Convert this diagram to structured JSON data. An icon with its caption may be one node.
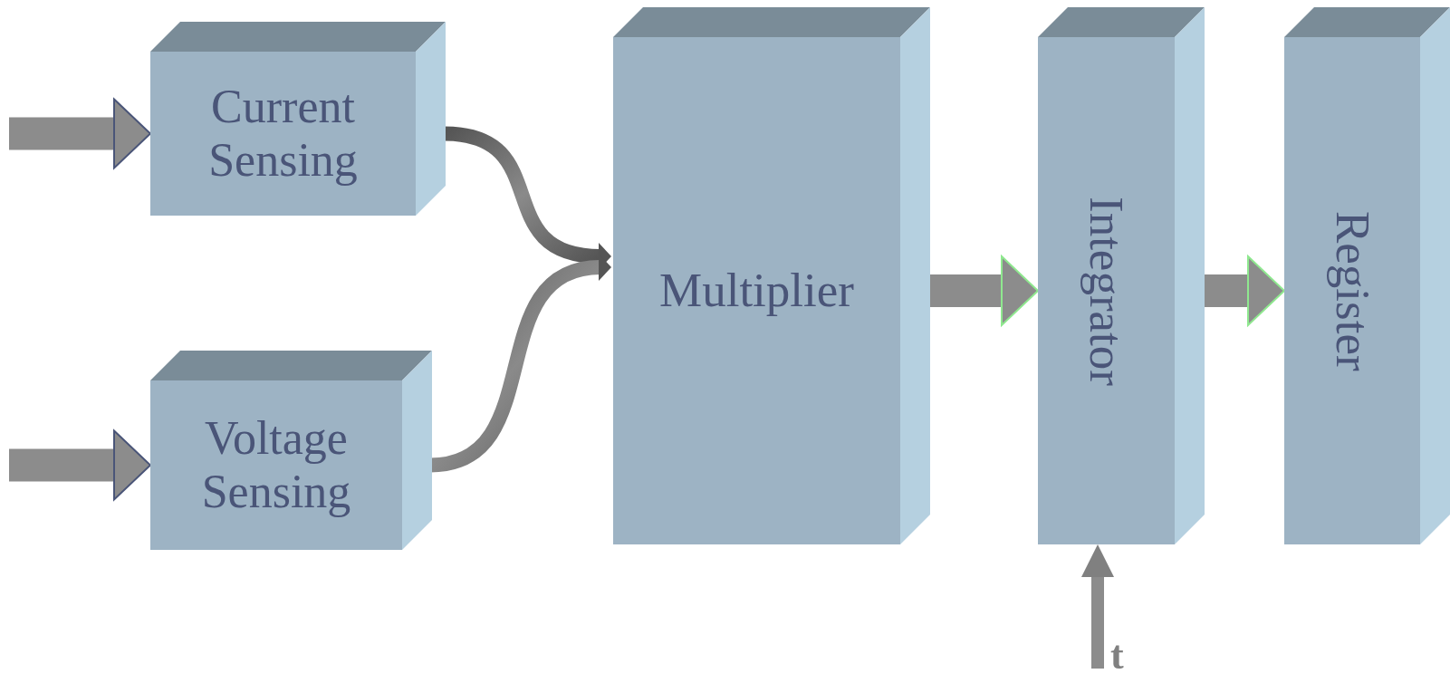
{
  "diagram": {
    "nodes": [
      {
        "text": [
          "Current Sensing"
        ]
      },
      {
        "text": [
          "Voltage Sensing"
        ]
      },
      {
        "text": [
          "Multiplier"
        ]
      },
      {
        "text": [
          "Integrator"
        ]
      },
      {
        "text": [
          "Register"
        ]
      },
      {
        "text": [
          "t"
        ]
      }
    ],
    "edges": [
      {
        "from": null,
        "to": 0,
        "arrow": "to"
      },
      {
        "from": null,
        "to": 1,
        "arrow": "to"
      },
      {
        "from": 0,
        "to": 2,
        "arrow": "to"
      },
      {
        "from": 1,
        "to": 2,
        "arrow": "to"
      },
      {
        "from": 2,
        "to": 3,
        "arrow": "to"
      },
      {
        "from": 3,
        "to": 4,
        "arrow": "to"
      },
      {
        "from": 5,
        "to": 3,
        "arrow": "to"
      }
    ]
  }
}
